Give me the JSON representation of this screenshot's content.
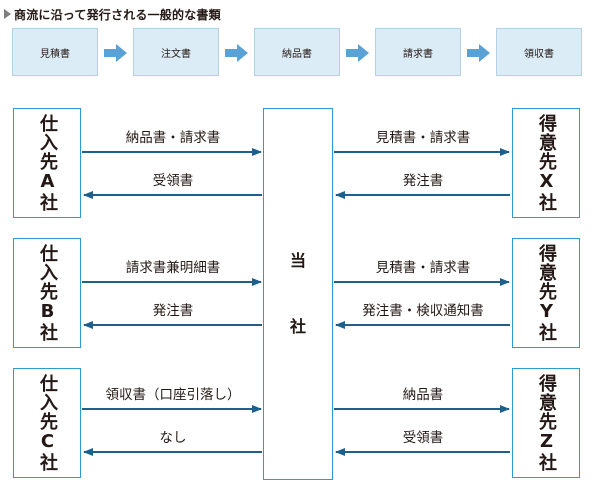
{
  "title": "商流に沿って発行される一般的な書類",
  "flow": [
    "見積書",
    "注文書",
    "納品書",
    "請求書",
    "領収書"
  ],
  "center": {
    "char1": "当",
    "char2": "社"
  },
  "suppliers": [
    {
      "label": "仕入先A社",
      "to_center": "納品書・請求書",
      "from_center": "受領書"
    },
    {
      "label": "仕入先B社",
      "to_center": "請求書兼明細書",
      "from_center": "発注書"
    },
    {
      "label": "仕入先C社",
      "to_center": "領収書（口座引落し）",
      "from_center": "なし"
    }
  ],
  "customers": [
    {
      "label": "得意先X社",
      "from_center": "見積書・請求書",
      "to_center": "発注書"
    },
    {
      "label": "得意先Y社",
      "from_center": "見積書・請求書",
      "to_center": "発注書・検収通知書"
    },
    {
      "label": "得意先Z社",
      "from_center": "納品書",
      "to_center": "受領書"
    }
  ],
  "colors": {
    "arrow": "#1f5f8b",
    "box_border": "#2b9bd1",
    "flow_fill": "#dcecf6",
    "flow_arrow": "#5aa2d6"
  }
}
